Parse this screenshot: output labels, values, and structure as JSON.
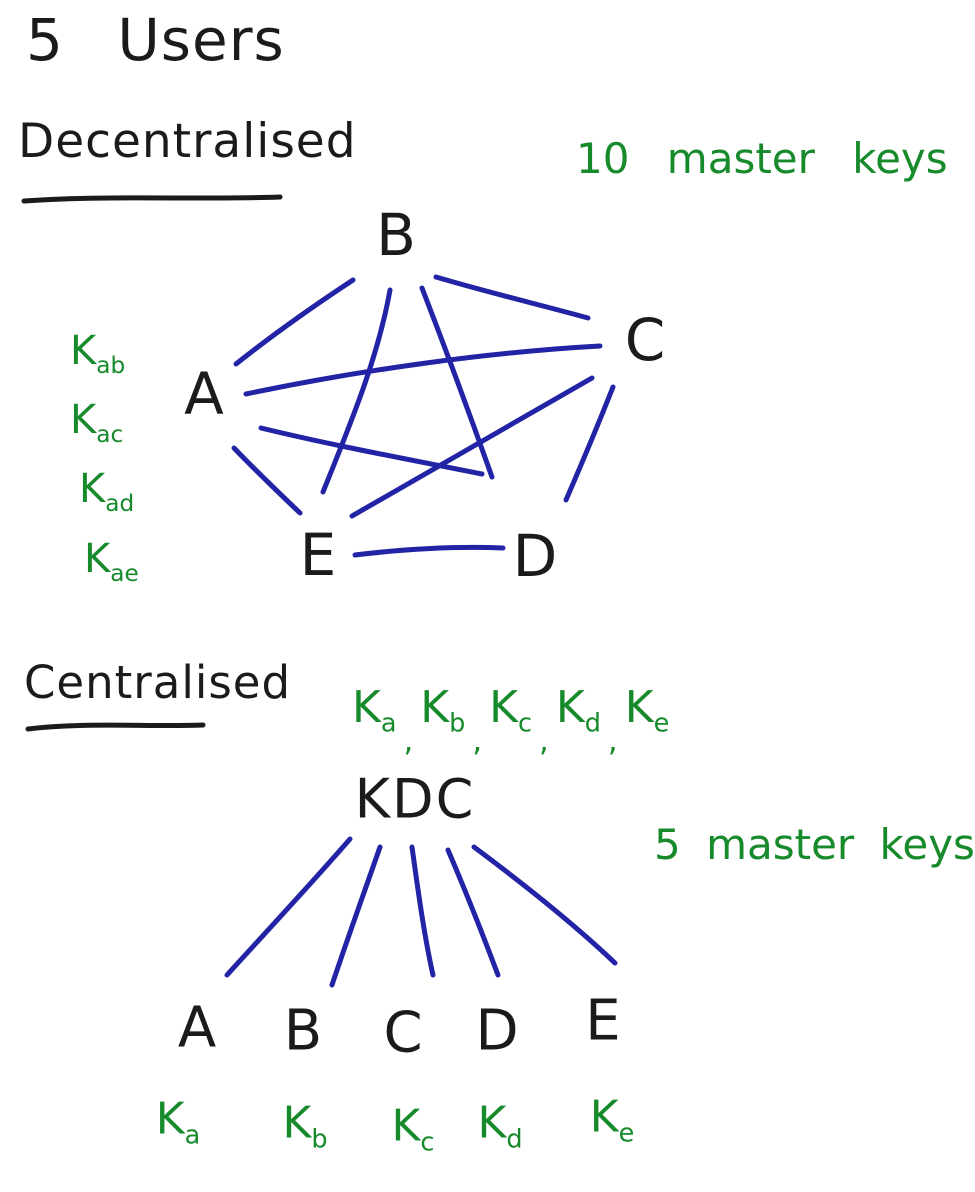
{
  "colors": {
    "ink": "#1b1b1b",
    "edge": "#2323a6",
    "green": "#178a2b",
    "background": "#ffffff"
  },
  "title": "5 Users",
  "decentralised": {
    "heading": "Decentralised",
    "note": "10 master keys",
    "nodes": {
      "a": "A",
      "b": "B",
      "c": "C",
      "d": "D",
      "e": "E"
    },
    "edges": [
      "A-B",
      "A-C",
      "A-D",
      "A-E",
      "B-C",
      "B-D",
      "B-E",
      "C-D",
      "C-E",
      "D-E"
    ],
    "pair_keys": [
      {
        "base": "K",
        "sub": "ab"
      },
      {
        "base": "K",
        "sub": "ac"
      },
      {
        "base": "K",
        "sub": "ad"
      },
      {
        "base": "K",
        "sub": "ae"
      }
    ]
  },
  "centralised": {
    "heading": "Centralised",
    "kdc_label": "KDC",
    "note": "5 master keys",
    "links": [
      "KDC-A",
      "KDC-B",
      "KDC-C",
      "KDC-D",
      "KDC-E"
    ],
    "kdc_keys": [
      {
        "base": "K",
        "sub": "a",
        "sep": ","
      },
      {
        "base": "K",
        "sub": "b",
        "sep": ","
      },
      {
        "base": "K",
        "sub": "c",
        "sep": ","
      },
      {
        "base": "K",
        "sub": "d",
        "sep": ","
      },
      {
        "base": "K",
        "sub": "e",
        "sep": ""
      }
    ],
    "users": [
      {
        "label": "A",
        "key_base": "K",
        "key_sub": "a"
      },
      {
        "label": "B",
        "key_base": "K",
        "key_sub": "b"
      },
      {
        "label": "C",
        "key_base": "K",
        "key_sub": "c"
      },
      {
        "label": "D",
        "key_base": "K",
        "key_sub": "d"
      },
      {
        "label": "E",
        "key_base": "K",
        "key_sub": "e"
      }
    ]
  }
}
